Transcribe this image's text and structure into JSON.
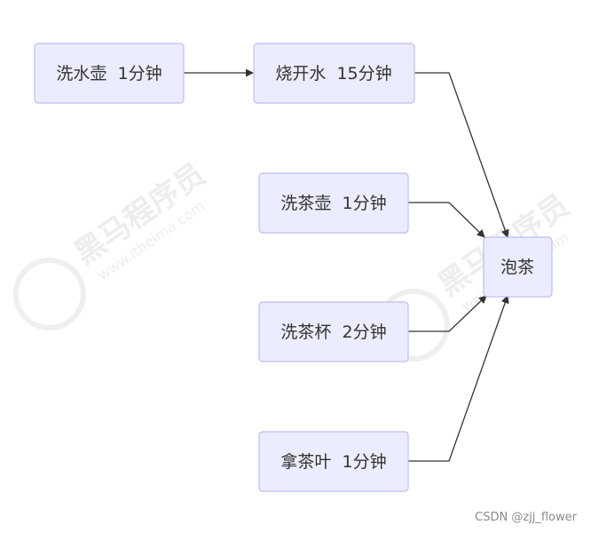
{
  "diagram": {
    "nodes": [
      {
        "id": "wash-kettle",
        "text": "洗水壶  1分钟"
      },
      {
        "id": "boil-water",
        "text": "烧开水  15分钟"
      },
      {
        "id": "wash-teapot",
        "text": "洗茶壶  1分钟"
      },
      {
        "id": "wash-cups",
        "text": "洗茶杯  2分钟"
      },
      {
        "id": "get-tea",
        "text": "拿茶叶  1分钟"
      },
      {
        "id": "brew-tea",
        "text": "泡茶"
      }
    ],
    "edges": [
      {
        "from": "wash-kettle",
        "to": "boil-water"
      },
      {
        "from": "boil-water",
        "to": "brew-tea"
      },
      {
        "from": "wash-teapot",
        "to": "brew-tea"
      },
      {
        "from": "wash-cups",
        "to": "brew-tea"
      },
      {
        "from": "get-tea",
        "to": "brew-tea"
      }
    ]
  },
  "watermark": {
    "brand": "黑马程序员",
    "url": "www.itheima.com"
  },
  "credit": "CSDN @zjj_flower",
  "colors": {
    "node_fill": "#ececff",
    "node_border": "#bdbdf0",
    "edge": "#333333",
    "text": "#333333"
  }
}
